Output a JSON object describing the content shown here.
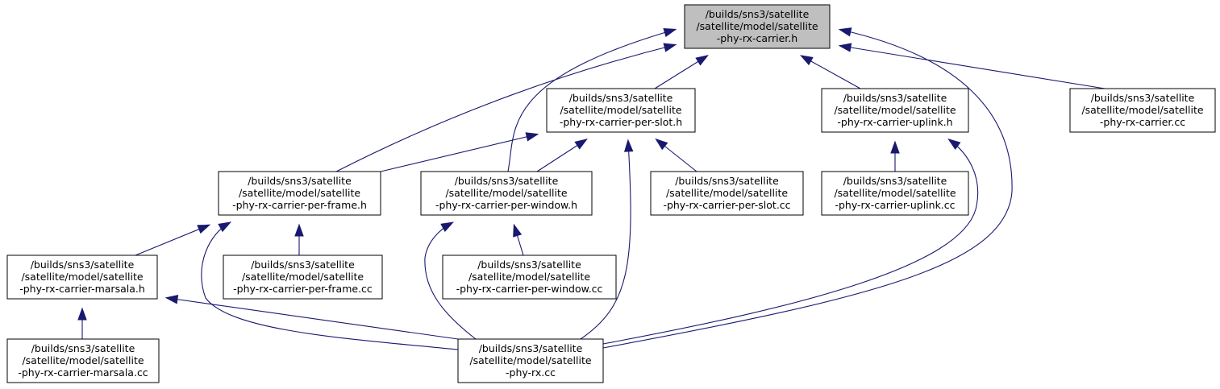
{
  "nodes": [
    {
      "id": "root",
      "lines": [
        "/builds/sns3/satellite",
        "/satellite/model/satellite",
        "-phy-rx-carrier.h"
      ],
      "highlighted": true
    },
    {
      "id": "per-slot-h",
      "lines": [
        "/builds/sns3/satellite",
        "/satellite/model/satellite",
        "-phy-rx-carrier-per-slot.h"
      ]
    },
    {
      "id": "uplink-h",
      "lines": [
        "/builds/sns3/satellite",
        "/satellite/model/satellite",
        "-phy-rx-carrier-uplink.h"
      ]
    },
    {
      "id": "carrier-cc",
      "lines": [
        "/builds/sns3/satellite",
        "/satellite/model/satellite",
        "-phy-rx-carrier.cc"
      ]
    },
    {
      "id": "per-frame-h",
      "lines": [
        "/builds/sns3/satellite",
        "/satellite/model/satellite",
        "-phy-rx-carrier-per-frame.h"
      ]
    },
    {
      "id": "per-window-h",
      "lines": [
        "/builds/sns3/satellite",
        "/satellite/model/satellite",
        "-phy-rx-carrier-per-window.h"
      ]
    },
    {
      "id": "per-slot-cc",
      "lines": [
        "/builds/sns3/satellite",
        "/satellite/model/satellite",
        "-phy-rx-carrier-per-slot.cc"
      ]
    },
    {
      "id": "uplink-cc",
      "lines": [
        "/builds/sns3/satellite",
        "/satellite/model/satellite",
        "-phy-rx-carrier-uplink.cc"
      ]
    },
    {
      "id": "marsala-h",
      "lines": [
        "/builds/sns3/satellite",
        "/satellite/model/satellite",
        "-phy-rx-carrier-marsala.h"
      ]
    },
    {
      "id": "per-frame-cc",
      "lines": [
        "/builds/sns3/satellite",
        "/satellite/model/satellite",
        "-phy-rx-carrier-per-frame.cc"
      ]
    },
    {
      "id": "per-window-cc",
      "lines": [
        "/builds/sns3/satellite",
        "/satellite/model/satellite",
        "-phy-rx-carrier-per-window.cc"
      ]
    },
    {
      "id": "marsala-cc",
      "lines": [
        "/builds/sns3/satellite",
        "/satellite/model/satellite",
        "-phy-rx-carrier-marsala.cc"
      ]
    },
    {
      "id": "phy-rx-cc",
      "lines": [
        "/builds/sns3/satellite",
        "/satellite/model/satellite",
        "-phy-rx.cc"
      ]
    }
  ],
  "edges": [
    {
      "from": "per-slot-h",
      "to": "root"
    },
    {
      "from": "uplink-h",
      "to": "root"
    },
    {
      "from": "carrier-cc",
      "to": "root"
    },
    {
      "from": "per-frame-h",
      "to": "root"
    },
    {
      "from": "per-window-h",
      "to": "root"
    },
    {
      "from": "phy-rx-cc",
      "to": "root"
    },
    {
      "from": "per-frame-h",
      "to": "per-slot-h"
    },
    {
      "from": "per-window-h",
      "to": "per-slot-h"
    },
    {
      "from": "per-slot-cc",
      "to": "per-slot-h"
    },
    {
      "from": "phy-rx-cc",
      "to": "per-slot-h"
    },
    {
      "from": "uplink-cc",
      "to": "uplink-h"
    },
    {
      "from": "phy-rx-cc",
      "to": "uplink-h"
    },
    {
      "from": "marsala-h",
      "to": "per-frame-h"
    },
    {
      "from": "per-frame-cc",
      "to": "per-frame-h"
    },
    {
      "from": "phy-rx-cc",
      "to": "per-frame-h"
    },
    {
      "from": "per-window-cc",
      "to": "per-window-h"
    },
    {
      "from": "phy-rx-cc",
      "to": "per-window-h"
    },
    {
      "from": "marsala-cc",
      "to": "marsala-h"
    },
    {
      "from": "phy-rx-cc",
      "to": "marsala-h"
    }
  ]
}
